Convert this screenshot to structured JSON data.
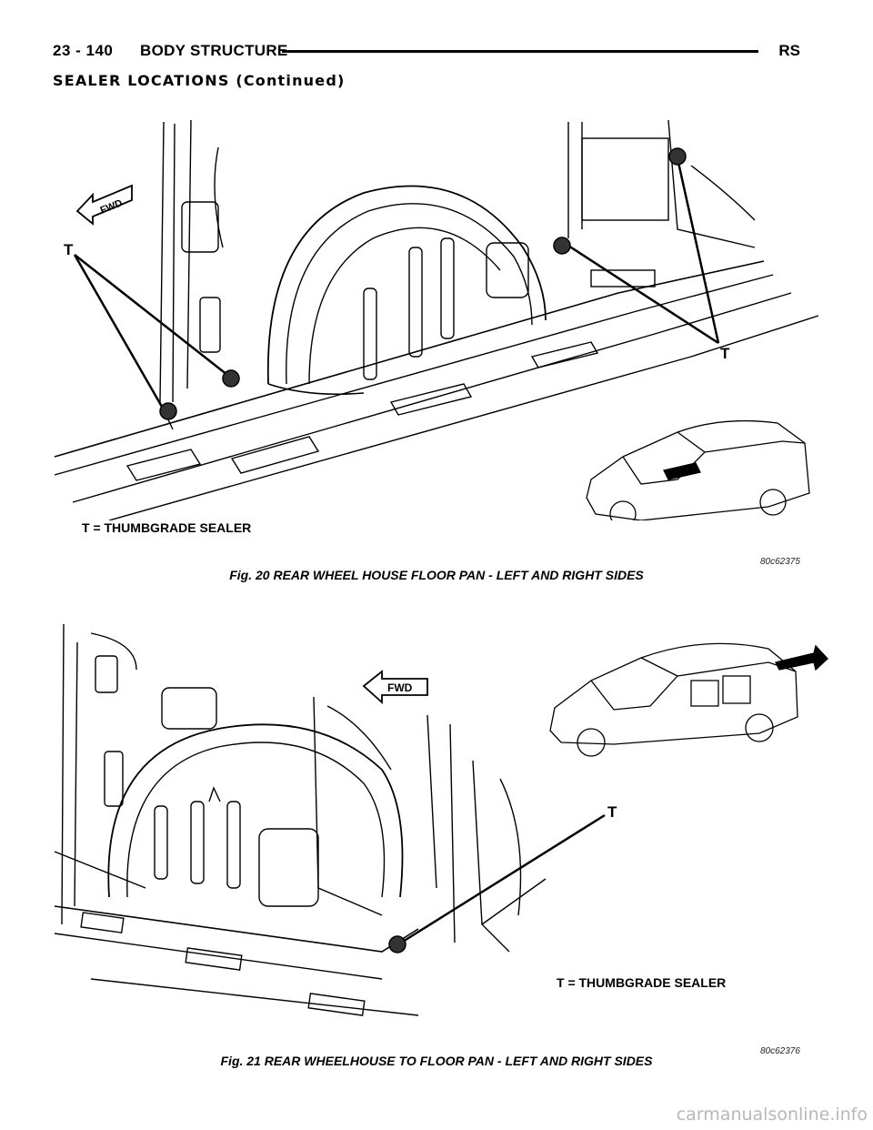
{
  "header": {
    "page_number": "23 - 140",
    "section": "BODY STRUCTURE",
    "model_code": "RS"
  },
  "section_title": "SEALER LOCATIONS (Continued)",
  "figure1": {
    "caption": "Fig. 20 REAR WHEEL HOUSE FLOOR PAN - LEFT AND RIGHT SIDES",
    "code": "80c62375",
    "legend": "T = THUMBGRADE SEALER",
    "fwd_label": "FWD",
    "callout_left": "T",
    "callout_right": "T"
  },
  "figure2": {
    "caption": "Fig. 21 REAR WHEELHOUSE TO FLOOR PAN - LEFT AND RIGHT SIDES",
    "code": "80c62376",
    "legend": "T = THUMBGRADE SEALER",
    "fwd_label": "FWD",
    "callout": "T"
  },
  "watermark": "carmanualsonline.info"
}
